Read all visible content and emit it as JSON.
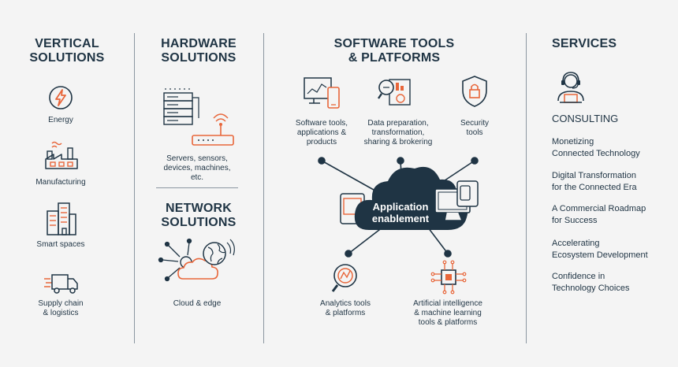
{
  "vertical": {
    "heading": [
      "VERTICAL",
      "SOLUTIONS"
    ],
    "items": [
      {
        "label": [
          "Energy"
        ],
        "icon": "lightning-bolt-icon"
      },
      {
        "label": [
          "Manufacturing"
        ],
        "icon": "factory-icon"
      },
      {
        "label": [
          "Smart spaces"
        ],
        "icon": "buildings-icon"
      },
      {
        "label": [
          "Supply chain",
          "& logistics"
        ],
        "icon": "delivery-truck-icon"
      }
    ]
  },
  "hardware": {
    "heading": [
      "HARDWARE",
      "SOLUTIONS"
    ],
    "label": [
      "Servers, sensors,",
      "devices, machines,",
      "etc."
    ],
    "icon": "server-rack-and-router-icon"
  },
  "network": {
    "heading": [
      "NETWORK",
      "SOLUTIONS"
    ],
    "label": [
      "Cloud & edge"
    ],
    "icon": "cloud-globe-network-icon"
  },
  "software": {
    "heading": [
      "SOFTWARE TOOLS",
      "& PLATFORMS"
    ],
    "top_items": [
      {
        "label": [
          "Software tools,",
          "applications &",
          "products"
        ],
        "icon": "monitor-phone-icon"
      },
      {
        "label": [
          "Data preparation,",
          "transformation,",
          "sharing & brokering"
        ],
        "icon": "magnifier-chart-icon"
      },
      {
        "label": [
          "Security",
          "tools"
        ],
        "icon": "shield-lock-icon"
      }
    ],
    "center": [
      "Application",
      "enablement"
    ],
    "bottom_items": [
      {
        "label": [
          "Analytics tools",
          "& platforms"
        ],
        "icon": "analytics-magnifier-icon"
      },
      {
        "label": [
          "Artificial intelligence",
          "& machine learning",
          "tools & platforms"
        ],
        "icon": "ai-chip-brain-icon"
      }
    ]
  },
  "services": {
    "heading": [
      "SERVICES"
    ],
    "consulting": "CONSULTING",
    "icon": "consultant-headset-icon",
    "items": [
      [
        "Monetizing",
        "Connected Technology"
      ],
      [
        "Digital Transformation",
        "for the Connected Era"
      ],
      [
        "A Commercial Roadmap",
        "for Success"
      ],
      [
        "Accelerating",
        "Ecosystem Development"
      ],
      [
        "Confidence in",
        "Technology Choices"
      ]
    ]
  },
  "colors": {
    "navy": "#1f3444",
    "orange": "#e8663a",
    "divider": "#8b96a0",
    "background": "#f4f4f4"
  }
}
